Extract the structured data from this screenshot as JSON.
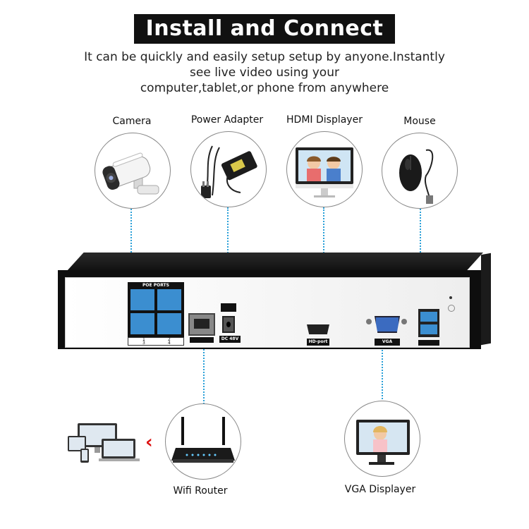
{
  "header": {
    "title": "Install and Connect",
    "subtitle_lines": [
      "It can be quickly and easily setup setup by anyone.Instantly",
      "see live video using your",
      "computer,tablet,or phone from anywhere"
    ]
  },
  "devices": {
    "camera": {
      "label": "Camera",
      "icon": "camera-icon"
    },
    "power_adapter": {
      "label": "Power Adapter",
      "icon": "power-adapter-icon"
    },
    "hdmi_displayer": {
      "label": "HDMI Displayer",
      "icon": "hdmi-monitor-icon"
    },
    "mouse": {
      "label": "Mouse",
      "icon": "mouse-icon"
    },
    "wifi_router": {
      "label": "Wifi Router",
      "icon": "wifi-router-icon"
    },
    "vga_displayer": {
      "label": "VGA Displayer",
      "icon": "vga-monitor-icon"
    }
  },
  "nvr": {
    "poe_label": "POE PORTS",
    "poe_numbers": [
      "1",
      "2",
      "3",
      "4"
    ],
    "dc_label": "DC 48V",
    "hd_label": "HD-port",
    "vga_label": "VGA"
  },
  "colors": {
    "connector_line": "#2aa0d8",
    "poe_port": "#3b8ed0",
    "title_bg": "#111111",
    "arrow": "#dd1111"
  }
}
